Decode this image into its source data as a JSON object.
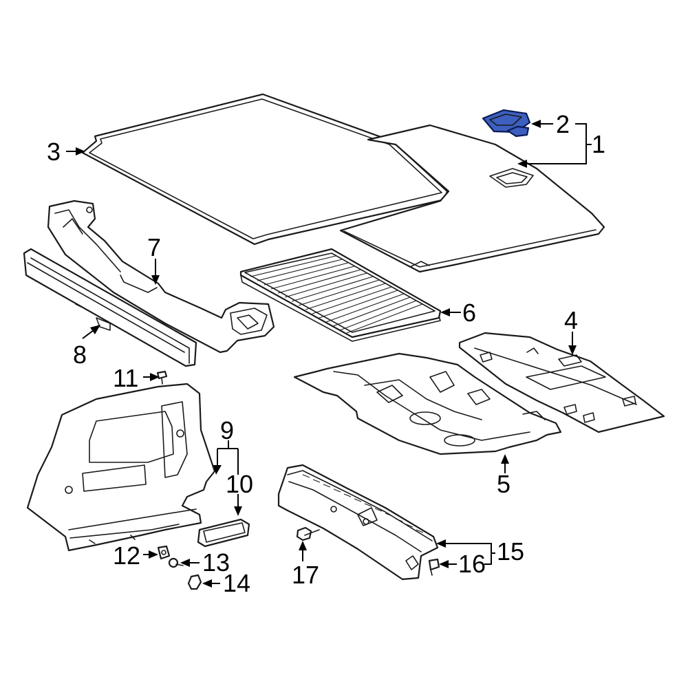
{
  "colors": {
    "line": "#1a1a1a",
    "highlight_fill": "#3d5fbf",
    "background": "#ffffff"
  },
  "callouts": {
    "c1": "1",
    "c2": "2",
    "c3": "3",
    "c4": "4",
    "c5": "5",
    "c6": "6",
    "c7": "7",
    "c8": "8",
    "c9": "9",
    "c10": "10",
    "c11": "11",
    "c12": "12",
    "c13": "13",
    "c14": "14",
    "c15": "15",
    "c16": "16",
    "c17": "17"
  }
}
